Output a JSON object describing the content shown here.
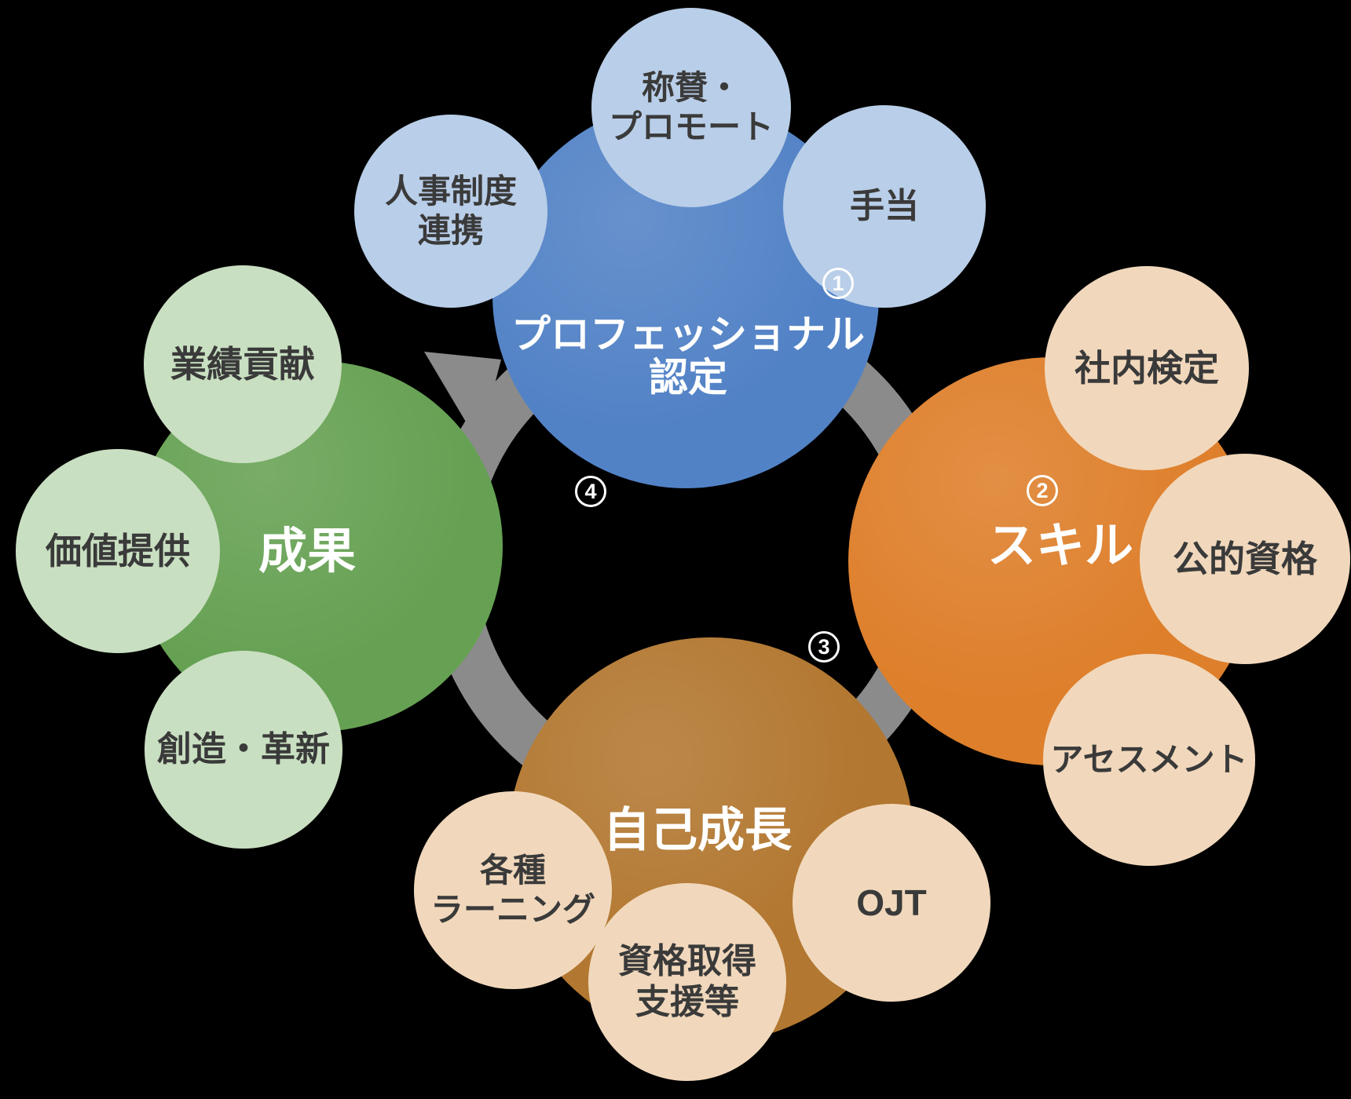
{
  "background_color": "#000000",
  "ring": {
    "color": "#8B8B8B",
    "description": "circular cycle arrow connecting the four stages clockwise"
  },
  "steps": [
    {
      "number": "1"
    },
    {
      "number": "2"
    },
    {
      "number": "3"
    },
    {
      "number": "4"
    }
  ],
  "colors": {
    "certification_main": "#5282C6",
    "certification_satellite": "#B9CEE8",
    "skill_main": "#DE7F2B",
    "skill_satellite": "#F1D8BC",
    "growth_main": "#B27730",
    "growth_satellite": "#F1D8BC",
    "results_main": "#66A153",
    "results_satellite": "#C9DFC1",
    "label_on_main": "#FFFFFF",
    "label_on_satellite": "#3A3A3A"
  },
  "nodes": {
    "certification": {
      "label_line1": "プロフェッショナル",
      "label_line2": "認定",
      "satellites": {
        "praise_promote": {
          "line1": "称賛・",
          "line2": "プロモート"
        },
        "hr_system": {
          "line1": "人事制度",
          "line2": "連携"
        },
        "allowance": {
          "line1": "手当"
        }
      }
    },
    "skill": {
      "label": "スキル",
      "satellites": {
        "internal_exam": {
          "line1": "社内検定"
        },
        "public_qualification": {
          "line1": "公的資格"
        },
        "assessment": {
          "line1": "アセスメント"
        }
      }
    },
    "growth": {
      "label": "自己成長",
      "satellites": {
        "learning": {
          "line1": "各種",
          "line2": "ラーニング"
        },
        "qualification_support": {
          "line1": "資格取得",
          "line2": "支援等"
        },
        "ojt": {
          "line1": "OJT"
        }
      }
    },
    "results": {
      "label": "成果",
      "satellites": {
        "performance": {
          "line1": "業績貢献"
        },
        "value": {
          "line1": "価値提供"
        },
        "innovation": {
          "line1": "創造・革新"
        }
      }
    }
  }
}
